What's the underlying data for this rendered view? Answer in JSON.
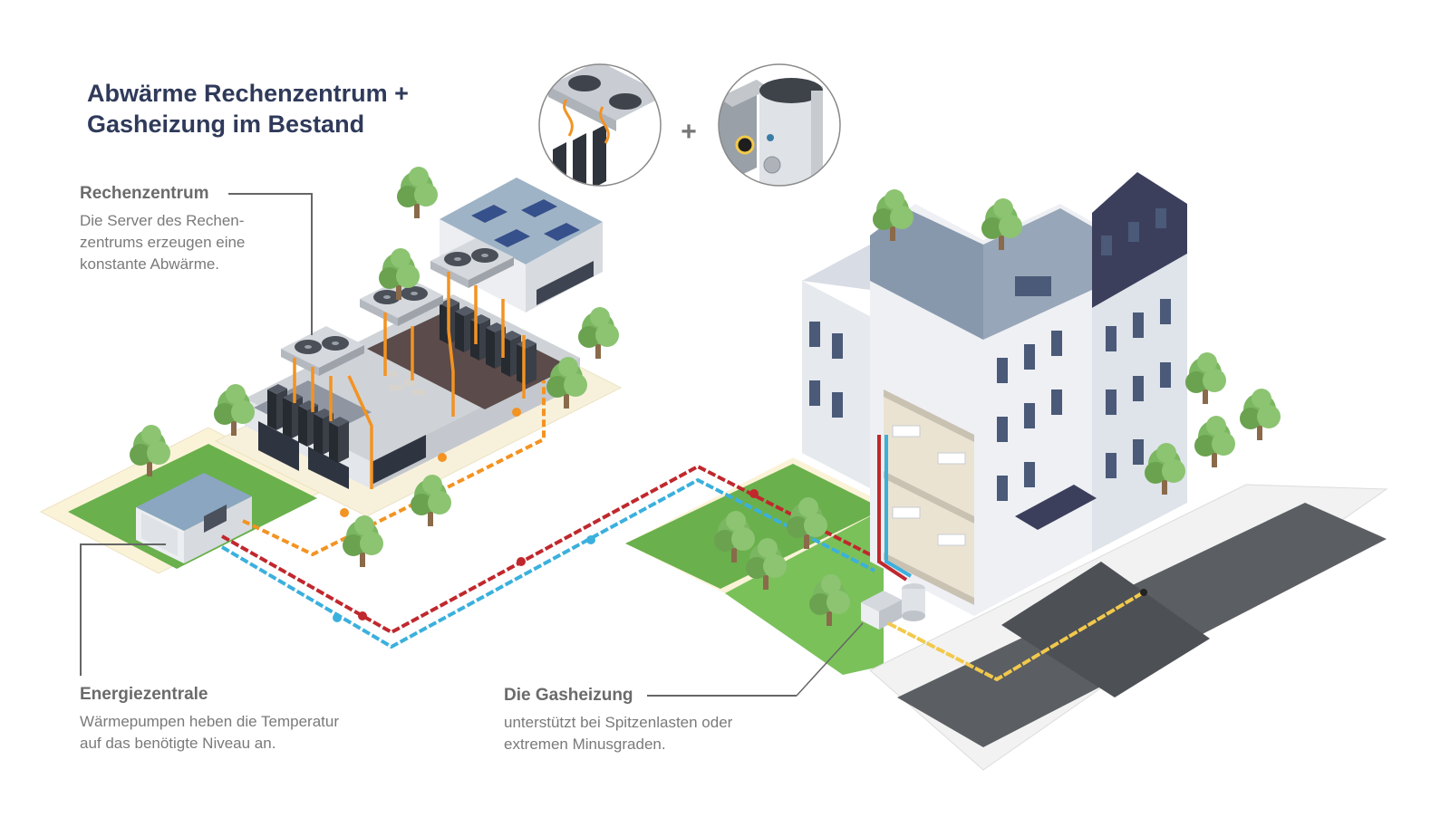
{
  "title": {
    "line1": "Abwärme Rechenzentrum +",
    "line2": "Gasheizung im Bestand"
  },
  "callouts": {
    "rechenzentrum": {
      "heading": "Rechenzentrum",
      "lines": [
        "Die Server des Rechen-",
        "zentrums erzeugen eine",
        "konstante Abwärme."
      ]
    },
    "energiezentrale": {
      "heading": "Energiezentrale",
      "lines": [
        "Wärmepumpen heben die Temperatur",
        "auf das benötigte Niveau an."
      ]
    },
    "gasheizung": {
      "heading": "Die Gasheizung",
      "lines": [
        "unterstützt bei Spitzenlasten oder",
        "extremen Minusgraden."
      ]
    }
  },
  "plus_sign": "+",
  "colors": {
    "title": "#2f3a5a",
    "supply_pipe": "#c0282d",
    "return_pipe": "#3bb0dd",
    "server_heat": "#f39322",
    "gas_pipe": "#f2c94c",
    "lawn": "#6ab04c",
    "road": "#5a5a5a",
    "roof_slate": "#8a9bb0",
    "roof_dark": "#3c3f5c",
    "facade": "#e2e5ea",
    "tree": "#7bb661"
  },
  "icons": {
    "inset_left": "server-fan-heat-icon",
    "inset_right": "gas-boiler-icon"
  }
}
